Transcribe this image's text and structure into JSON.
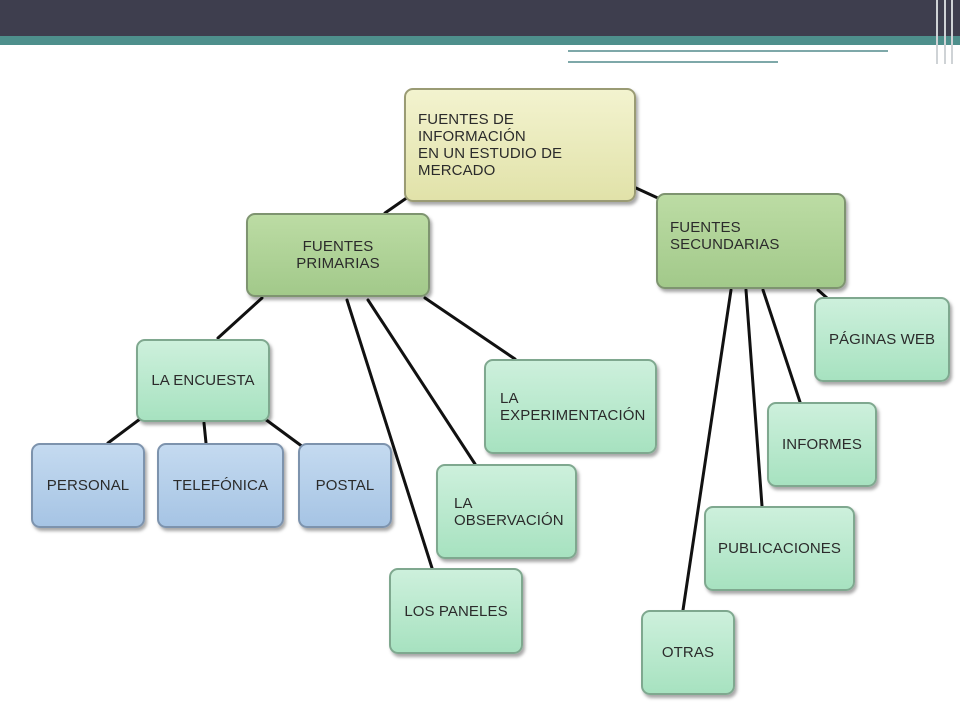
{
  "diagram": {
    "root": "FUENTES DE INFORMACIÓN\nEN UN ESTUDIO DE\nMERCADO",
    "primarias": "FUENTES PRIMARIAS",
    "secundarias": "FUENTES\nSECUNDARIAS",
    "encuesta": "LA ENCUESTA",
    "personal": "PERSONAL",
    "telefonica": "TELEFÓNICA",
    "postal": "POSTAL",
    "experimentacion": "LA\nEXPERIMENTACIÓN",
    "observacion": "LA\nOBSERVACIÓN",
    "paneles": "LOS PANELES",
    "paginas_web": "PÁGINAS WEB",
    "informes": "INFORMES",
    "publicaciones": "PUBLICACIONES",
    "otras": "OTRAS"
  },
  "colors": {
    "header": "#3e3e4e",
    "accent": "#4e8f8c",
    "root_node": "#e6e7b2",
    "level1_node": "#aed096",
    "level2_node": "#b9e9cd",
    "leaf_node": "#b3cfea"
  }
}
